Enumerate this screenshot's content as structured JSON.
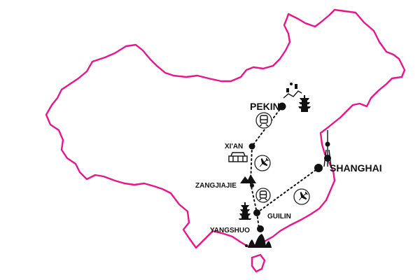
{
  "map": {
    "country_outline_color": "#e8168c",
    "route_color": "#111111",
    "marker_color": "#111111"
  },
  "cities": [
    {
      "id": "pekin",
      "name": "PEKIN"
    },
    {
      "id": "xian",
      "name": "XI'AN"
    },
    {
      "id": "zhangjiajie",
      "name": "ZANGJIAJIE"
    },
    {
      "id": "guilin",
      "name": "GUILIN"
    },
    {
      "id": "yangshuo",
      "name": "YANGSHUO"
    },
    {
      "id": "shanghai",
      "name": "SHANGHAI"
    }
  ],
  "transport_icons": [
    {
      "segment": "pekin-xian",
      "icon": "train-icon"
    },
    {
      "segment": "xian-zhangjiajie",
      "icon": "plane-icon"
    },
    {
      "segment": "zhangjiajie-guilin",
      "icon": "train-icon"
    },
    {
      "segment": "guilin-shanghai",
      "icon": "plane-icon"
    }
  ],
  "landmark_icons": [
    "great-wall-icon",
    "pagoda-icon",
    "city-gate-icon",
    "mountain-icon",
    "guilin-pagoda-icon",
    "karst-hills-icon",
    "tv-tower-icon"
  ]
}
